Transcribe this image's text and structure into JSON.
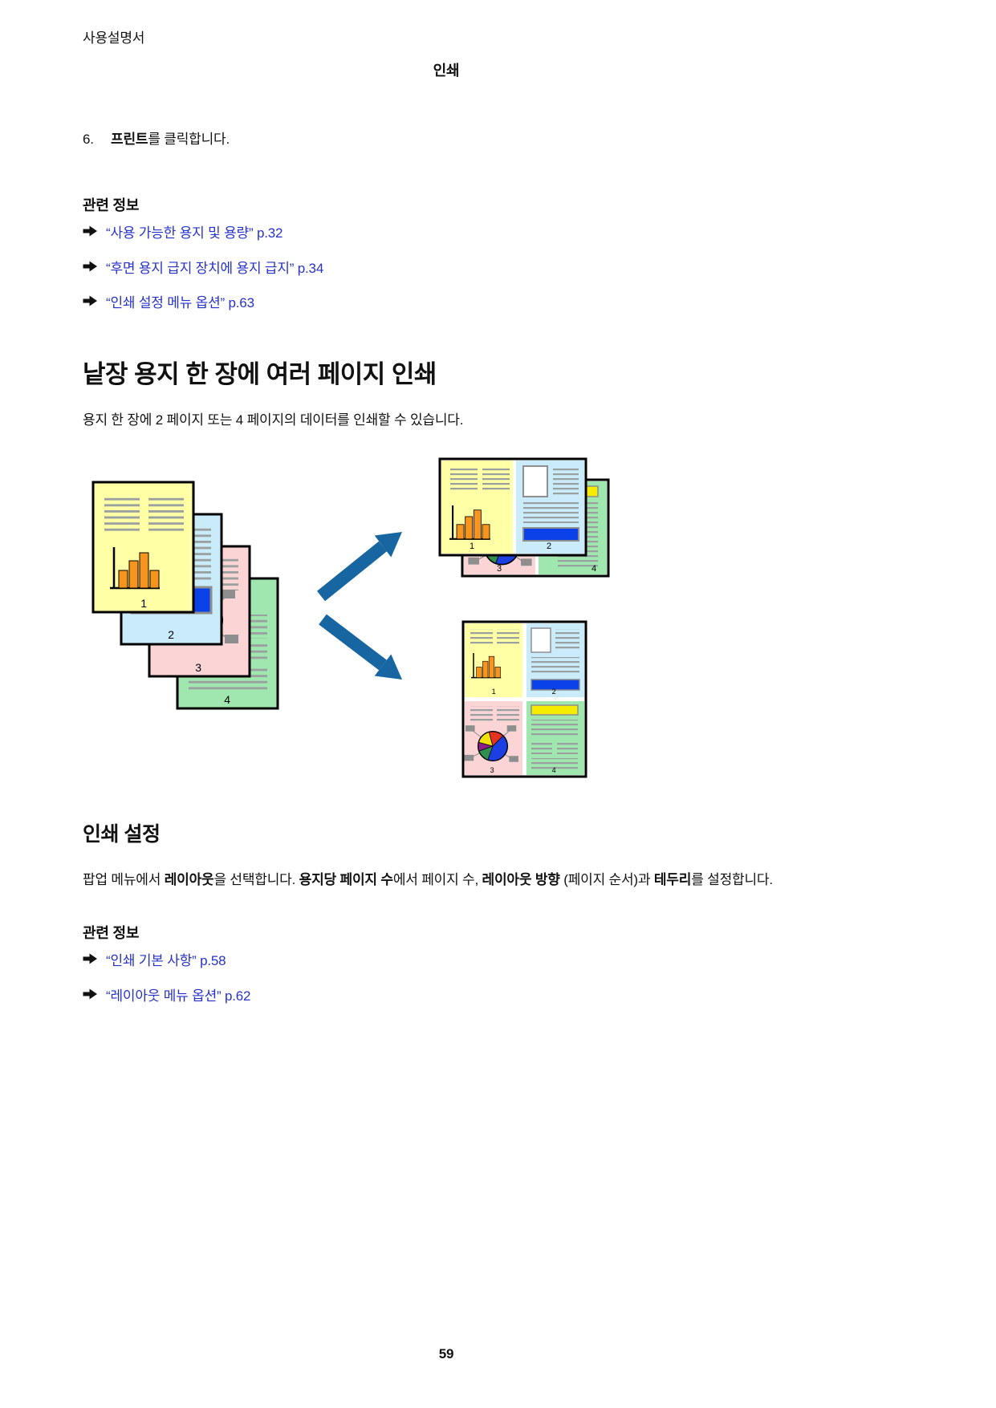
{
  "header": {
    "doc_title": "사용설명서",
    "chapter": "인쇄"
  },
  "step6": {
    "number": "6.",
    "parts": [
      "프린트",
      "를 클릭합니다."
    ]
  },
  "related1": {
    "title": "관련 정보",
    "links": [
      "“사용 가능한 용지 및 용량” p.32",
      "“후면 용지 급지 장치에 용지 급지” p.34",
      "“인쇄 설정 메뉴 옵션” p.63"
    ]
  },
  "section": {
    "heading": "낱장 용지 한 장에 여러 페이지 인쇄",
    "intro": "용지 한 장에 2 페이지 또는 4 페이지의 데이터를 인쇄할 수 있습니다."
  },
  "illustration": {
    "description": "Four single pages combined onto sheets as 2-up and 4-up layouts",
    "labels": {
      "p1": "1",
      "p2": "2",
      "p3": "3",
      "p4": "4"
    }
  },
  "print_settings": {
    "heading": "인쇄 설정",
    "segments": [
      "팝업 메뉴에서 ",
      "레이아웃",
      "을 선택합니다. ",
      "용지당 페이지 수",
      "에서 페이지 수, ",
      "레이아웃 방향",
      " (페이지 순서)과 ",
      "테두리",
      "를 설정합니다."
    ]
  },
  "related2": {
    "title": "관련 정보",
    "links": [
      "“인쇄 기본 사항” p.58",
      "“레이아웃 메뉴 옵션” p.62"
    ]
  },
  "footer": {
    "page_number": "59"
  },
  "colors": {
    "link_blue": "#2732C8",
    "arrow_blue": "#1766A1",
    "page_yellow": "#FFFFA6",
    "page_light_blue": "#C9EBFA",
    "page_pink": "#FBD5D6",
    "page_green": "#9FE7AE",
    "bar_orange": "#F7941E",
    "rect_blue": "#0B41E8",
    "rect_yellow": "#F5EC00"
  }
}
